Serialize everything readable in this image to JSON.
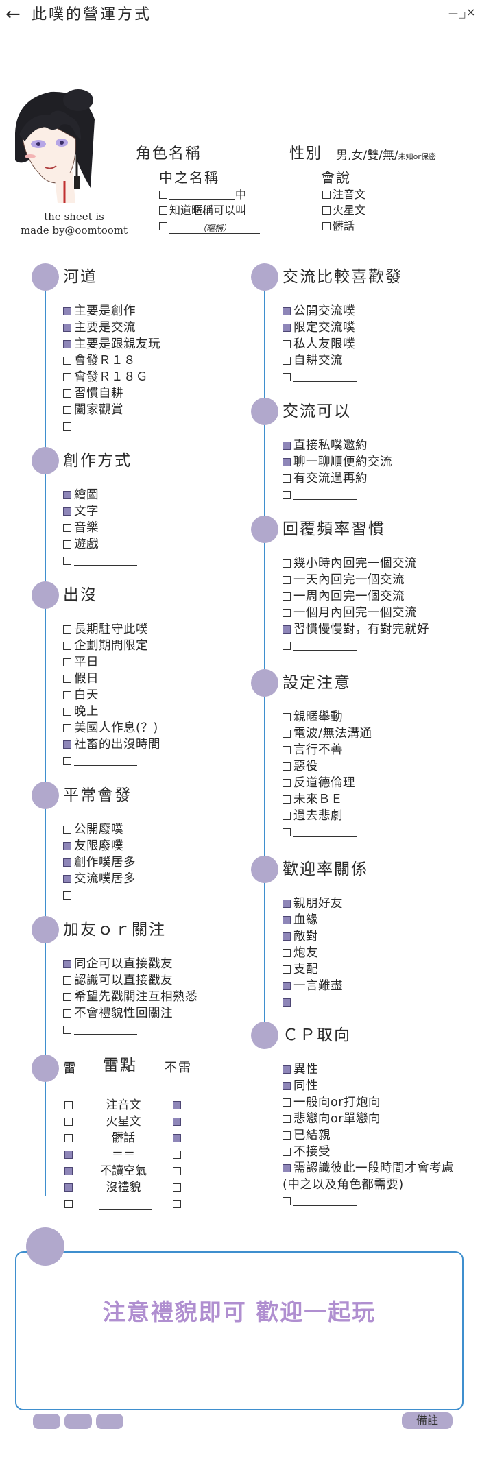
{
  "topbar": {
    "back_icon": "left-arrow-icon",
    "title": "此噗的營運方式",
    "min": "—",
    "max": "□",
    "close": "×"
  },
  "header": {
    "credit": "the sheet is\nmade by@oomtoomt",
    "role_name_label": "角色名稱",
    "gender_label": "性別",
    "gender_options": "男,女/雙/無/",
    "gender_small": "未知or保密",
    "nickname_label": "中之名稱",
    "nickname_opts": [
      "中",
      "知道暱稱可以叫",
      "（暱稱）"
    ],
    "speak_label": "會說",
    "speak_opts": [
      "注音文",
      "火星文",
      "髒話"
    ]
  },
  "sections": {
    "river": {
      "title": "河道",
      "items": [
        "主要是創作",
        "主要是交流",
        "主要是跟親友玩",
        "會發Ｒ１８",
        "會發Ｒ１８Ｇ",
        "習慣自耕",
        "闔家觀賞"
      ],
      "checked": [
        true,
        true,
        true,
        false,
        false,
        false,
        false
      ]
    },
    "create": {
      "title": "創作方式",
      "items": [
        "繪圖",
        "文字",
        "音樂",
        "遊戲"
      ],
      "checked": [
        true,
        true,
        false,
        false
      ]
    },
    "appear": {
      "title": "出沒",
      "items": [
        "長期駐守此噗",
        "企劃期間限定",
        "平日",
        "假日",
        "白天",
        "晚上",
        "美國人作息(？)",
        "社畜的出沒時間"
      ],
      "checked": [
        false,
        false,
        false,
        false,
        false,
        false,
        false,
        true
      ]
    },
    "usual": {
      "title": "平常會發",
      "items": [
        "公開廢噗",
        "友限廢噗",
        "創作噗居多",
        "交流噗居多"
      ],
      "checked": [
        false,
        true,
        true,
        true
      ]
    },
    "friend": {
      "title": "加友ｏｒ關注",
      "items": [
        "同企可以直接戳友",
        "認識可以直接戳友",
        "希望先戳關注互相熟悉",
        "不會禮貌性回關注"
      ],
      "checked": [
        true,
        false,
        false,
        false
      ]
    },
    "prefer": {
      "title": "交流比較喜歡發",
      "items": [
        "公開交流噗",
        "限定交流噗",
        "私人友限噗",
        "自耕交流"
      ],
      "checked": [
        true,
        true,
        false,
        false
      ]
    },
    "can": {
      "title": "交流可以",
      "items": [
        "直接私噗邀約",
        "聊一聊順便約交流",
        "有交流過再約"
      ],
      "checked": [
        true,
        true,
        false
      ]
    },
    "reply": {
      "title": "回覆頻率習慣",
      "items": [
        "幾小時內回完一個交流",
        "一天內回完一個交流",
        "一周內回完一個交流",
        "一個月內回完一個交流",
        "習慣慢慢對，有對完就好"
      ],
      "checked": [
        false,
        false,
        false,
        false,
        true
      ]
    },
    "caution": {
      "title": "設定注意",
      "items": [
        "親暱舉動",
        "電波/無法溝通",
        "言行不善",
        "惡役",
        "反道德倫理",
        "未來ＢＥ",
        "過去悲劇"
      ],
      "checked": [
        false,
        false,
        false,
        false,
        false,
        false,
        false
      ]
    },
    "relation": {
      "title": "歡迎率關係",
      "items": [
        "親朋好友",
        "血緣",
        "敵對",
        "炮友",
        "支配",
        "一言難盡"
      ],
      "checked": [
        true,
        true,
        true,
        false,
        false,
        true
      ],
      "blank_checked": true
    },
    "cp": {
      "title": "ＣＰ取向",
      "items": [
        "異性",
        "同性",
        "一般向or打炮向",
        "悲戀向or單戀向",
        "已結親",
        "不接受",
        "需認識彼此一段時間才會考慮",
        "(中之以及角色都需要)"
      ],
      "checked": [
        true,
        true,
        false,
        false,
        false,
        false,
        true
      ]
    }
  },
  "thunder": {
    "col_left": "雷",
    "col_mid": "雷點",
    "col_right": "不雷",
    "rows": [
      {
        "label": "注音文",
        "left": false,
        "right": true
      },
      {
        "label": "火星文",
        "left": false,
        "right": true
      },
      {
        "label": "髒話",
        "left": false,
        "right": true
      },
      {
        "label": "＝＝",
        "left": true,
        "right": false
      },
      {
        "label": "不讀空氣",
        "left": true,
        "right": false
      },
      {
        "label": "沒禮貌",
        "left": true,
        "right": false
      }
    ]
  },
  "note": {
    "text": "注意禮貌即可 歡迎一起玩",
    "remark_label": "備註"
  },
  "colors": {
    "accent": "#b1a8cc",
    "line": "#3f8fce",
    "check": "#8e86b8",
    "note_text": "#b08fd0"
  }
}
